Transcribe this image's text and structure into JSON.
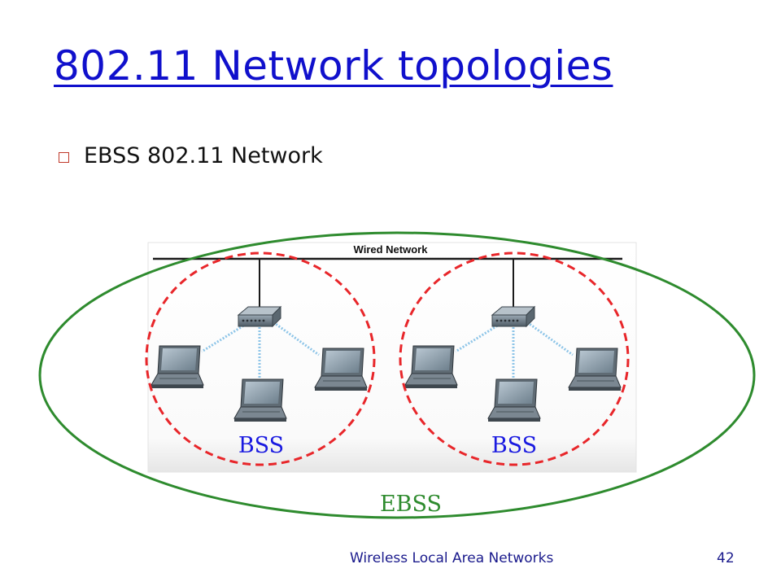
{
  "slide": {
    "title": "802.11 Network topologies",
    "bullet": "EBSS 802.11 Network"
  },
  "diagram": {
    "wired_network_label": "Wired Network",
    "bss_left_label": "BSS",
    "bss_right_label": "BSS",
    "ebss_label": "EBSS",
    "colors": {
      "ebss_ellipse": "#2e8b2e",
      "bss_circle": "#e8262a",
      "bss_text": "#1a1ae0",
      "ebss_text": "#2e8b2e",
      "wireless_link": "#8ec5e8"
    }
  },
  "footer": {
    "course": "Wireless Local Area Networks",
    "page_number": "42"
  }
}
